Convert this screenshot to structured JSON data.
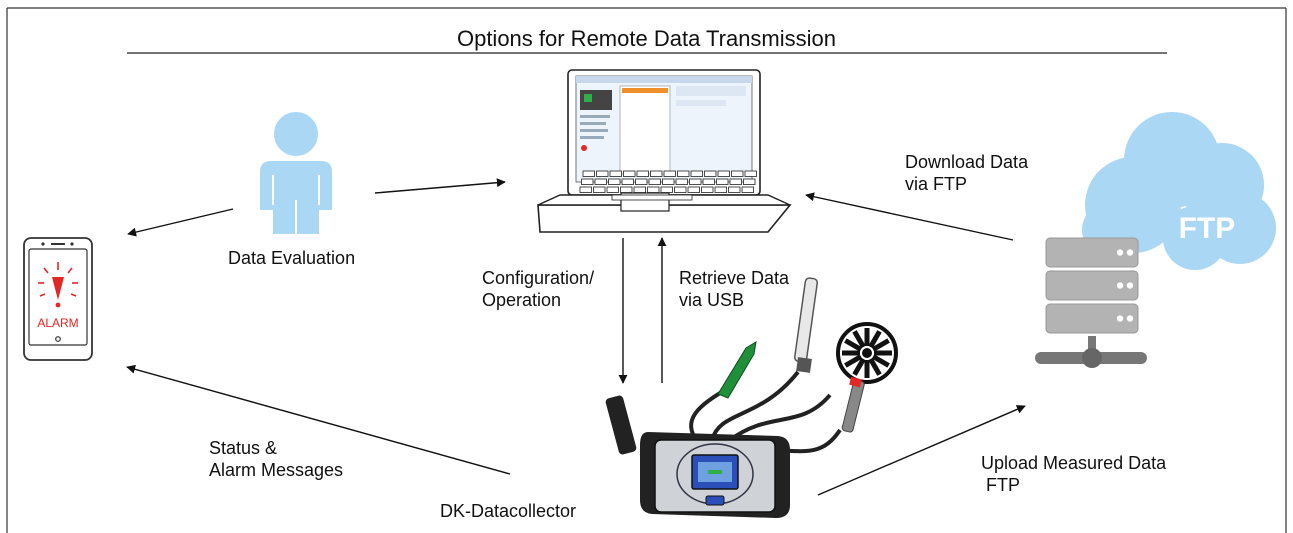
{
  "title": "Options for Remote Data Transmission",
  "colors": {
    "person": "#a9d7f4",
    "cloud": "#a9d7f4",
    "alarm": "#e32626",
    "sensor_green": "#1f8f3a",
    "frame": "#333333"
  },
  "labels": {
    "data_evaluation": "Data Evaluation",
    "configuration": "Configuration/\nOperation",
    "retrieve": "Retrieve Data\nvia USB",
    "download": "Download Data\nvia FTP",
    "status": "Status &\nAlarm Messages",
    "device": "DK-Datacollector",
    "upload": "Upload Measured Data\n FTP"
  },
  "phone": {
    "alarm_text": "ALARM"
  },
  "cloud": {
    "text": "FTP"
  },
  "icons": {
    "person": "person-icon",
    "laptop": "laptop-icon",
    "phone": "smartphone-icon",
    "cloud": "cloud-icon",
    "server": "server-icon",
    "device": "datacollector-icon"
  }
}
